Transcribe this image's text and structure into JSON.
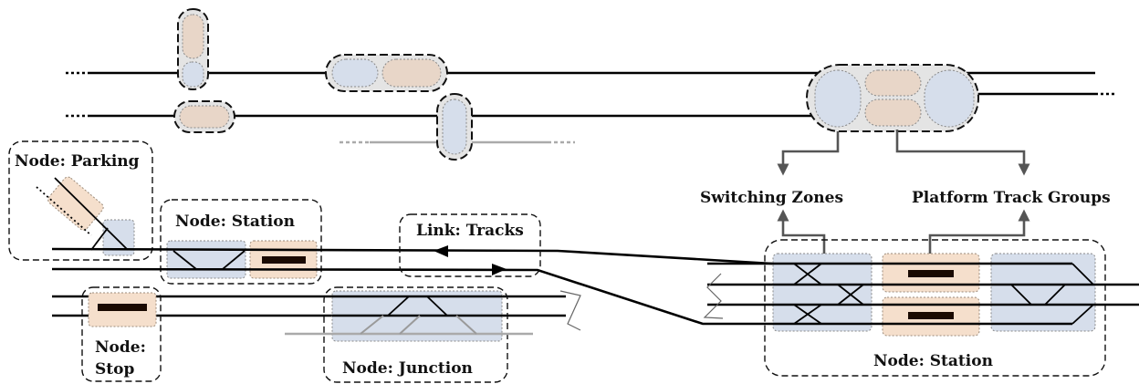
{
  "labels": {
    "parking": "Node: Parking",
    "station_left": "Node: Station",
    "link_tracks": "Link: Tracks",
    "stop_line1": "Node:",
    "stop_line2": "Stop",
    "junction": "Node: Junction",
    "switching_zones": "Switching Zones",
    "platform_track_groups": "Platform Track Groups",
    "station_right": "Node: Station"
  },
  "colors": {
    "switching_zone_fill": "#d6deeb",
    "platform_fill": "#f5dfcc",
    "group_fill": "#e4e4e4",
    "arrow": "#555555"
  }
}
